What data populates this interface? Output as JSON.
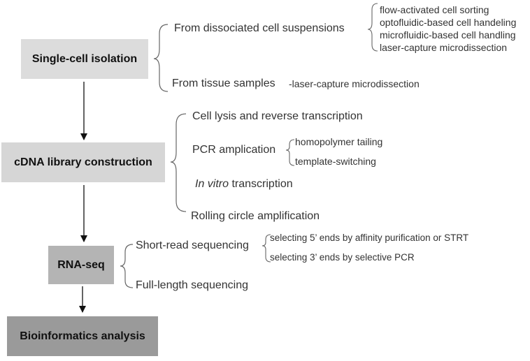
{
  "stages": {
    "isolation": "Single-cell isolation",
    "cdna": "cDNA library construction",
    "rnaseq": "RNA-seq",
    "bioinf": "Bioinformatics analysis"
  },
  "isolation": {
    "dissociated": "From dissociated cell suspensions",
    "dissociated_methods": [
      "flow-activated cell sorting",
      "optofluidic-based cell handeling",
      "microfluidic-based cell handling",
      "laser-capture microdissection"
    ],
    "tissue": "From tissue samples",
    "tissue_method": "-laser-capture microdissection"
  },
  "cdna": {
    "lysis": "Cell lysis and reverse transcription",
    "pcr": "PCR amplication",
    "pcr_methods": [
      "homopolymer tailing",
      "template-switching"
    ],
    "ivt_italic": "In vitro",
    "ivt_rest": " transcription",
    "rca": "Rolling circle amplification"
  },
  "rnaseq": {
    "short": "Short-read sequencing",
    "short_methods": [
      "selecting 5’ ends by affinity purification or STRT",
      "selecting 3’ ends by selective PCR"
    ],
    "full": "Full-length sequencing"
  }
}
